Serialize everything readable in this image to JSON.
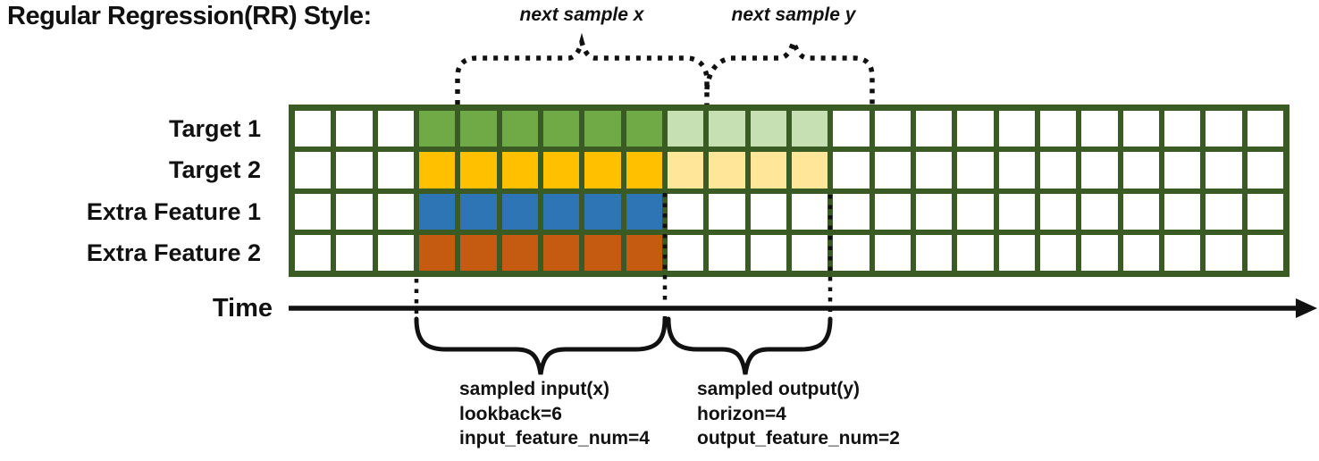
{
  "title": "Regular Regression(RR) Style:",
  "annotations_top": {
    "next_sample_x": "next sample x",
    "next_sample_y": "next sample y"
  },
  "time_axis": {
    "label": "Time"
  },
  "grid": {
    "columns": 24,
    "input_start_col": 3,
    "lookback": 6,
    "horizon": 4,
    "line_color": "#3b5b25",
    "empty_cell_color": "#ffffff",
    "rows": [
      {
        "label": "Target 1",
        "type": "target",
        "input_color": "#6faa46",
        "output_color": "#c6e0b4"
      },
      {
        "label": "Target 2",
        "type": "target",
        "input_color": "#ffc000",
        "output_color": "#ffe699"
      },
      {
        "label": "Extra Feature 1",
        "type": "extra_feature",
        "input_color": "#2e75b6",
        "output_color": null
      },
      {
        "label": "Extra Feature 2",
        "type": "extra_feature",
        "input_color": "#c55a11",
        "output_color": null
      }
    ]
  },
  "annotations_bottom": {
    "input": {
      "lines": [
        "sampled input(x)",
        "lookback=6",
        "input_feature_num=4"
      ]
    },
    "output": {
      "lines": [
        "sampled output(y)",
        "horizon=4",
        "output_feature_num=2"
      ]
    }
  }
}
